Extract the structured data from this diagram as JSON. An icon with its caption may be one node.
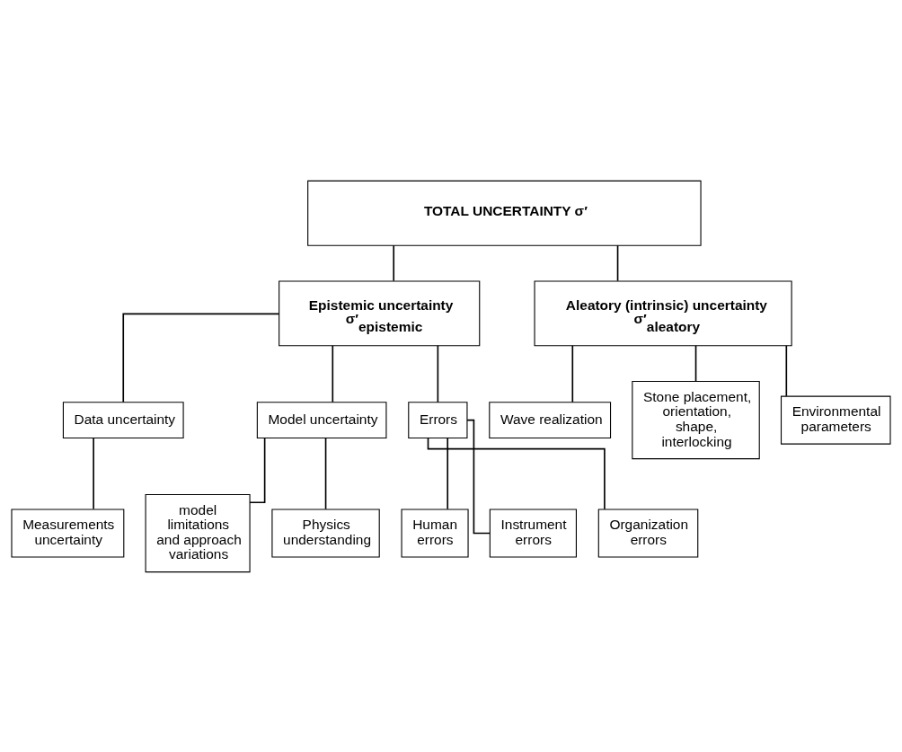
{
  "diagram": {
    "nodes": [
      {
        "text": [
          "TOTAL UNCERTAINTY σ′"
        ]
      },
      {
        "text": [
          "Epistemic uncertainty",
          "σ′$_{epistemic}$"
        ]
      },
      {
        "text": [
          "Aleatory (intrinsic) uncertainty",
          "σ′$_{aleatory}$"
        ]
      },
      {
        "text": [
          "Data uncertainty"
        ]
      },
      {
        "text": [
          "Model uncertainty"
        ]
      },
      {
        "text": [
          "Errors"
        ]
      },
      {
        "text": [
          "Measurements uncertainty"
        ]
      },
      {
        "text": [
          "model limitations and approach variations"
        ]
      },
      {
        "text": [
          "Physics understanding"
        ]
      },
      {
        "text": [
          "Human errors"
        ]
      },
      {
        "text": [
          "Instrument errors"
        ]
      },
      {
        "text": [
          "Organization errors"
        ]
      },
      {
        "text": [
          "Wave realization"
        ]
      },
      {
        "text": [
          "Stone placement, orientation, shape, interlocking"
        ]
      },
      {
        "text": [
          "Environmental parameters"
        ]
      }
    ],
    "edges": [
      {
        "from": 0,
        "to": 1,
        "arrow": "none"
      },
      {
        "from": 0,
        "to": 2,
        "arrow": "none"
      },
      {
        "from": 1,
        "to": 3,
        "arrow": "none"
      },
      {
        "from": 1,
        "to": 4,
        "arrow": "none"
      },
      {
        "from": 1,
        "to": 5,
        "arrow": "none"
      },
      {
        "from": 3,
        "to": 6,
        "arrow": "none"
      },
      {
        "from": 4,
        "to": 7,
        "arrow": "none"
      },
      {
        "from": 4,
        "to": 8,
        "arrow": "none"
      },
      {
        "from": 5,
        "to": 9,
        "arrow": "none"
      },
      {
        "from": 5,
        "to": 10,
        "arrow": "none"
      },
      {
        "from": 5,
        "to": 11,
        "arrow": "none"
      },
      {
        "from": 2,
        "to": 12,
        "arrow": "none"
      },
      {
        "from": 2,
        "to": 13,
        "arrow": "none"
      },
      {
        "from": 2,
        "to": 14,
        "arrow": "none"
      }
    ]
  }
}
